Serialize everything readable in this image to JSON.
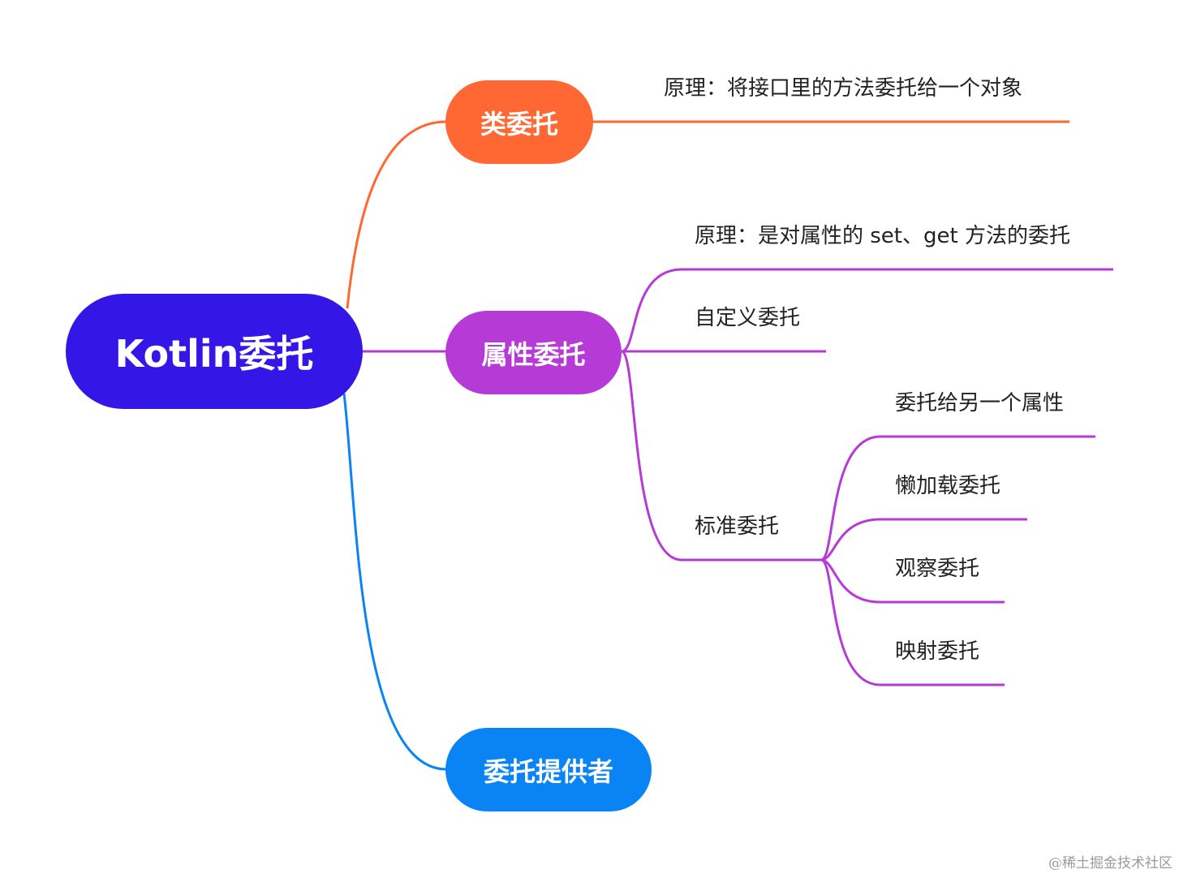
{
  "root": {
    "label": "Kotlin委托",
    "color": "#3416E6"
  },
  "branches": {
    "class_delegation": {
      "label": "类委托",
      "color": "#FF6733",
      "principle": "原理：将接口里的方法委托给一个对象"
    },
    "property_delegation": {
      "label": "属性委托",
      "color": "#B63AD6",
      "principle": "原理：是对属性的 set、get 方法的委托",
      "custom": "自定义委托",
      "standard": {
        "label": "标准委托",
        "items": [
          "委托给另一个属性",
          "懒加载委托",
          "观察委托",
          "映射委托"
        ]
      }
    },
    "provider": {
      "label": "委托提供者",
      "color": "#0A84F5"
    }
  },
  "watermark": "@稀土掘金技术社区"
}
